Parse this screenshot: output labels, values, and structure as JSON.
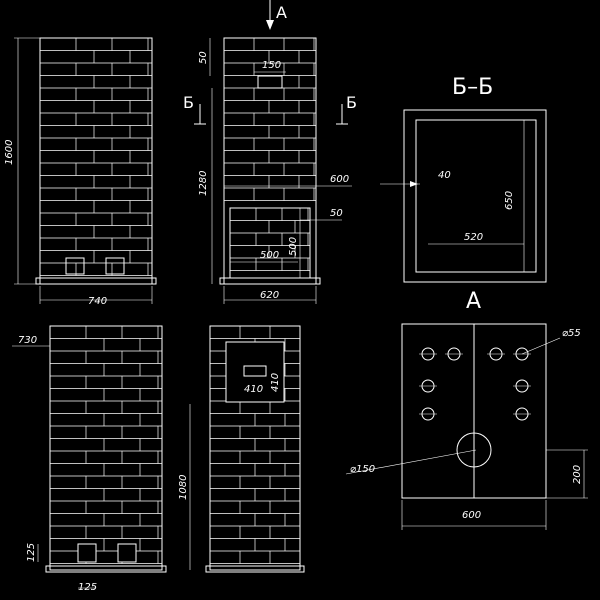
{
  "drawing": {
    "front_view": {
      "width_label": "740",
      "height_label": "1600"
    },
    "section_view": {
      "top_offset_label": "50",
      "opening_label": "150",
      "section_mark": "Б",
      "view_mark": "A",
      "height_label": "1280",
      "inner_width_label": "600",
      "door_offset_label": "50",
      "door_width_label": "500",
      "door_height_label": "500",
      "width_label": "620"
    },
    "plan_section": {
      "title": "Б–Б",
      "wall_label": "40",
      "inner_width_label": "520",
      "inner_depth_label": "650"
    },
    "rear_view": {
      "top_offset_label": "730",
      "bottom_height_label": "125",
      "bottom_width_label": "125"
    },
    "side_view": {
      "opening_width_label": "410",
      "opening_height_label": "410",
      "height_label": "1080"
    },
    "top_plate": {
      "view_mark": "A",
      "hole_small_label": "⌀55",
      "hole_large_label": "⌀150",
      "width_label": "600",
      "offset_label": "200"
    }
  },
  "icons": {
    "section_arrow": "section-arrow-icon"
  },
  "colors": {
    "background": "#000000",
    "lines": "#ffffff"
  }
}
